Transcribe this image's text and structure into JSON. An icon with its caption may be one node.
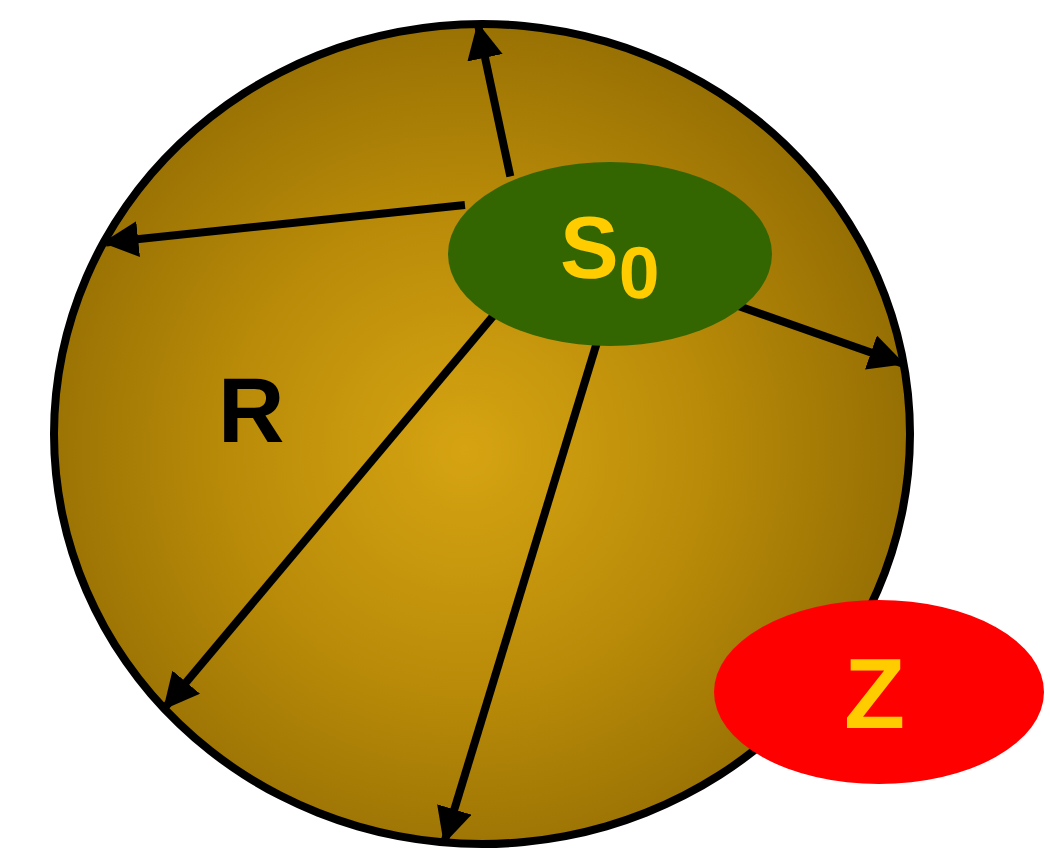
{
  "diagram": {
    "nodes": [
      {
        "text": [
          "R"
        ]
      },
      {
        "text": [
          "S$_{0}$"
        ],
        "in": 0
      },
      {
        "text": [
          "Z"
        ]
      }
    ],
    "edges": [
      {
        "from": 1,
        "to": 0,
        "arrow": "to"
      },
      {
        "from": 1,
        "to": 0,
        "arrow": "to"
      },
      {
        "from": 1,
        "to": 0,
        "arrow": "to"
      },
      {
        "from": 1,
        "to": 0,
        "arrow": "to"
      },
      {
        "from": 1,
        "to": 0,
        "arrow": "to"
      }
    ]
  }
}
